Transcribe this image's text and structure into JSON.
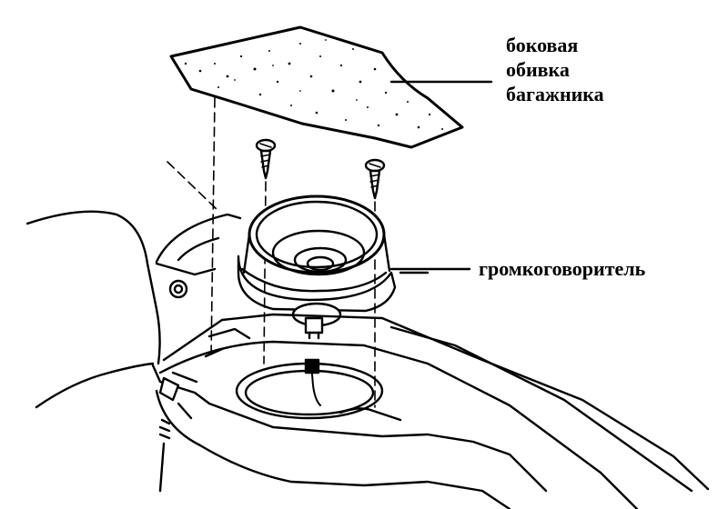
{
  "labels": {
    "trunk_trim": [
      "боковая",
      "обивка",
      "багажника"
    ],
    "speaker": "громкоговоритель"
  },
  "colors": {
    "line": "#000000",
    "background": "#ffffff"
  }
}
